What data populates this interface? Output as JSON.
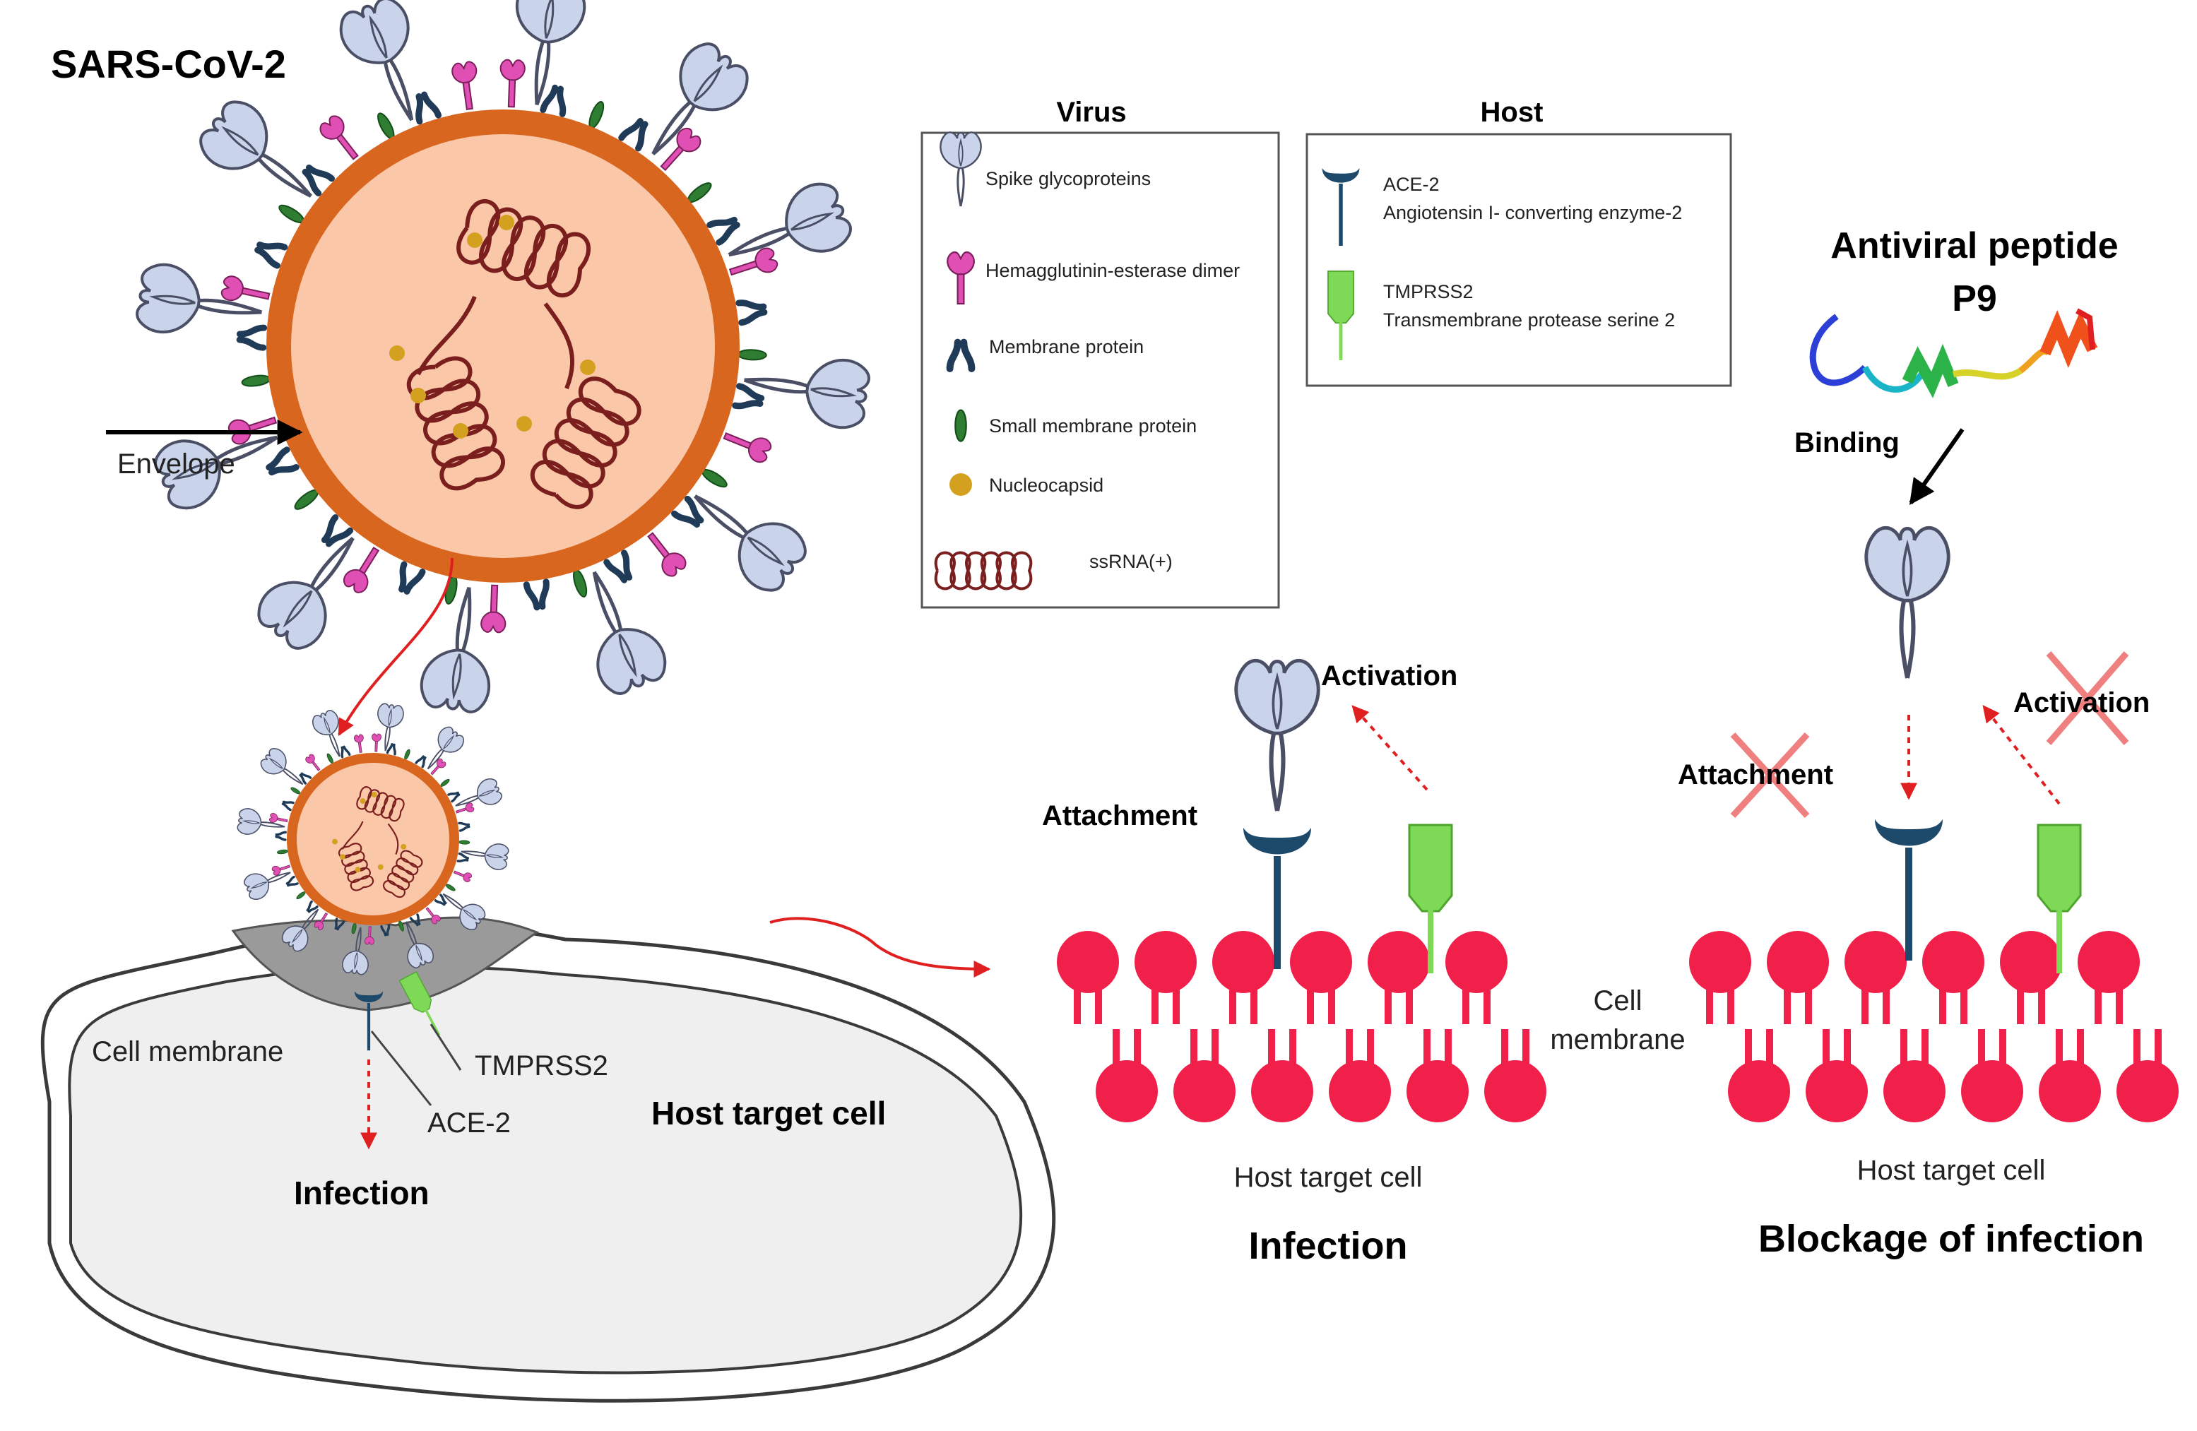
{
  "title": "SARS-CoV-2",
  "virus_labels": {
    "envelope": "Envelope"
  },
  "legend_virus": {
    "header": "Virus",
    "items": [
      {
        "icon": "spike-glycoprotein-icon",
        "label": "Spike glycoproteins"
      },
      {
        "icon": "hemagglutinin-esterase-dimer-icon",
        "label": "Hemagglutinin-esterase dimer"
      },
      {
        "icon": "membrane-protein-icon",
        "label": "Membrane protein"
      },
      {
        "icon": "small-membrane-protein-icon",
        "label": "Small membrane protein"
      },
      {
        "icon": "nucleocapsid-icon",
        "label": "Nucleocapsid"
      },
      {
        "icon": "ssrna-coil-icon",
        "label": "ssRNA(+)"
      }
    ]
  },
  "legend_host": {
    "header": "Host",
    "items": [
      {
        "icon": "ace2-receptor-icon",
        "line1": "ACE-2",
        "line2": "Angiotensin I- converting enzyme-2"
      },
      {
        "icon": "tmprss2-protease-icon",
        "line1": "TMPRSS2",
        "line2": "Transmembrane protease serine 2"
      }
    ]
  },
  "peptide": {
    "title_line1": "Antiviral peptide",
    "title_line2": "P9",
    "binding": "Binding"
  },
  "cell_view": {
    "cell_membrane": "Cell membrane",
    "tmprss2": "TMPRSS2",
    "ace2": "ACE-2",
    "infection": "Infection",
    "host_target_cell": "Host target cell"
  },
  "infection_panel": {
    "activation": "Activation",
    "attachment": "Attachment",
    "host_target_cell": "Host target cell",
    "caption": "Infection"
  },
  "membrane_label": {
    "line1": "Cell",
    "line2": "membrane"
  },
  "blockage_panel": {
    "attachment": "Attachment",
    "activation": "Activation",
    "host_target_cell": "Host target cell",
    "caption": "Blockage of infection"
  },
  "colors": {
    "envelope_orange": "#d9661f",
    "virus_core": "#fac8a8",
    "rna": "#7a1e1e",
    "spike": "#c9d3ea",
    "spike_stroke": "#4a4f66",
    "hemagglutinin": "#e04fb4",
    "membrane_protein": "#1f3b57",
    "small_membrane_protein": "#2e7d32",
    "nucleocapsid": "#d4a020",
    "ace2": "#1d4a6b",
    "tmprss2": "#7ed957",
    "lipid": "#f0204a",
    "arrow_red": "#e02020",
    "cross": "#f08080",
    "cell_fill": "#efefef",
    "cell_stroke": "#3a3a3a"
  }
}
